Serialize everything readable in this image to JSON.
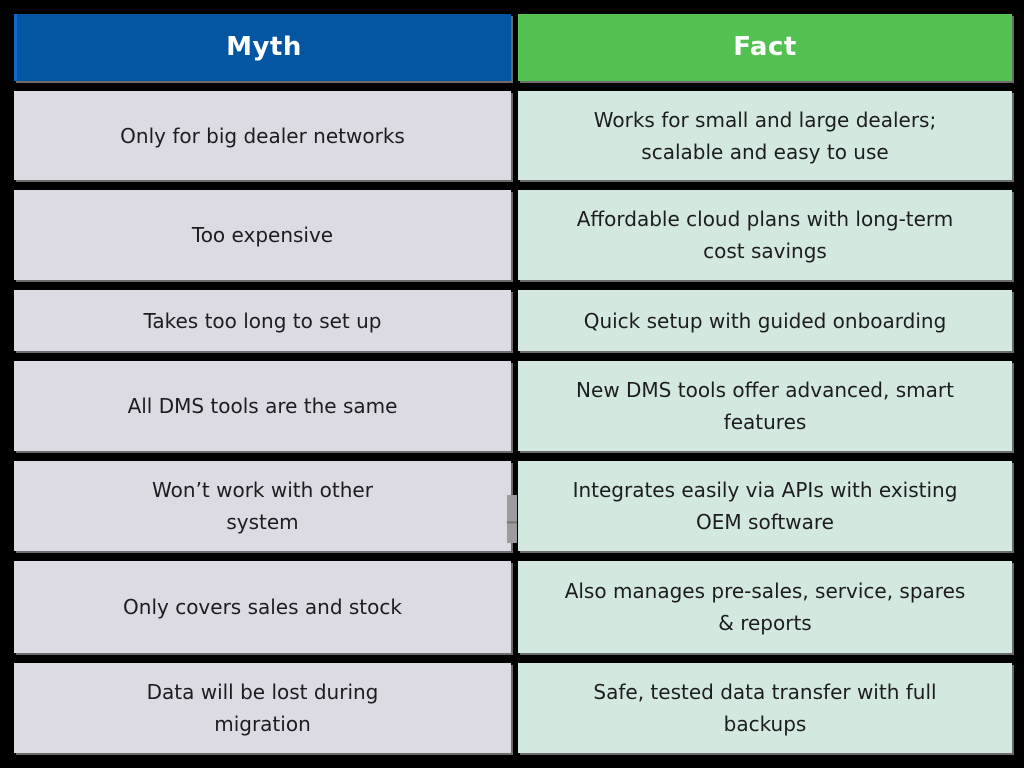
{
  "table": {
    "columns": [
      {
        "key": "myth",
        "label": "Myth",
        "header_color": "#0456a2",
        "cell_color": "#dcdae2"
      },
      {
        "key": "fact",
        "label": "Fact",
        "header_color": "#53c152",
        "cell_color": "#d3e8de"
      }
    ],
    "rows": [
      {
        "myth": "Only for big dealer networks",
        "fact": "Works for small and large dealers;\nscalable and easy to use"
      },
      {
        "myth": "Too expensive",
        "fact": "Affordable cloud plans with long-term\ncost savings"
      },
      {
        "myth": "Takes too long to set up",
        "fact": "Quick setup with guided onboarding"
      },
      {
        "myth": "All DMS tools are the same",
        "fact": "New DMS tools offer advanced, smart\nfeatures"
      },
      {
        "myth": "Won’t work with other\nsystem",
        "fact": "Integrates easily via APIs with existing\nOEM software"
      },
      {
        "myth": "Only covers sales and stock",
        "fact": "Also manages pre-sales, service, spares\n& reports"
      },
      {
        "myth": "Data will be lost during\nmigration",
        "fact": "Safe, tested data transfer with full\nbackups"
      }
    ],
    "colors": {
      "background": "#000000",
      "header_text": "#ffffff",
      "body_text": "#1d1d1f",
      "myth_header_accent_edge": "#1168c6"
    }
  }
}
